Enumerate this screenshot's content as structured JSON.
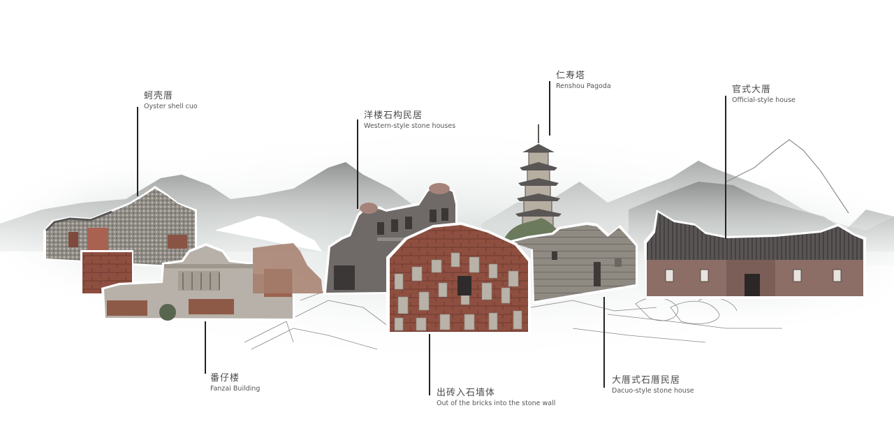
{
  "title": "Traditional architecture types collage",
  "labels": [
    {
      "id": "oyster",
      "zh": "蚵壳厝",
      "en": "Oyster shell cuo"
    },
    {
      "id": "western",
      "zh": "洋楼石构民居",
      "en": "Western-style stone houses"
    },
    {
      "id": "pagoda",
      "zh": "仁寿塔",
      "en": "Renshou Pagoda"
    },
    {
      "id": "official",
      "zh": "官式大厝",
      "en": "Official-style house"
    },
    {
      "id": "fanzai",
      "zh": "番仔楼",
      "en": "Fanzai Building"
    },
    {
      "id": "brickstone",
      "zh": "出砖入石墙体",
      "en": "Out of the bricks into the stone wall"
    },
    {
      "id": "dacuo",
      "zh": "大厝式石厝民居",
      "en": "Dacuo-style stone house"
    }
  ],
  "colors": {
    "background": "#ffffff",
    "mountain": "#9a9c9c",
    "mountain_light": "#c9cbca",
    "mist": "#dfe6e3",
    "brick": "#8c4a3b",
    "stone": "#a9a49c",
    "roof": "#4d4a4a",
    "line": "#222222",
    "text": "#4a4a4a"
  }
}
